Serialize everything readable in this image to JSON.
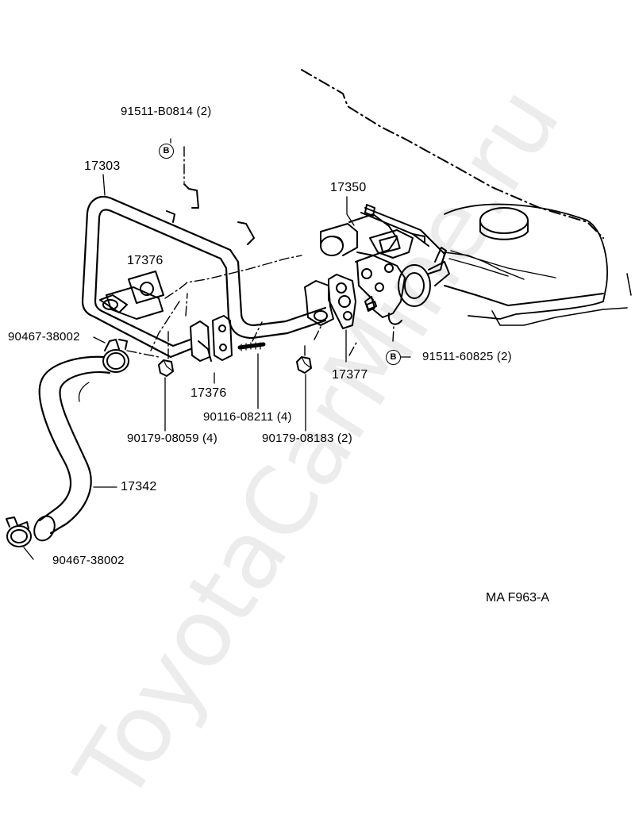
{
  "diagram": {
    "watermark": "ToyotaCarMine.ru",
    "figure_code": "MA F963-A",
    "bolt_mark": "B",
    "labels": {
      "bolt_top": "91511-B0814 (2)",
      "pipe": "17303",
      "valve": "17350",
      "gasket_upper": "17376",
      "clamp_upper": "90467-38002",
      "gasket_lower": "17376",
      "stud": "90116-08211 (4)",
      "gasket_valve": "17377",
      "bolt_right": "91511-60825 (2)",
      "nut_left": "90179-08059 (4)",
      "nut_right": "90179-08183 (2)",
      "hose": "17342",
      "clamp_lower": "90467-38002"
    }
  }
}
